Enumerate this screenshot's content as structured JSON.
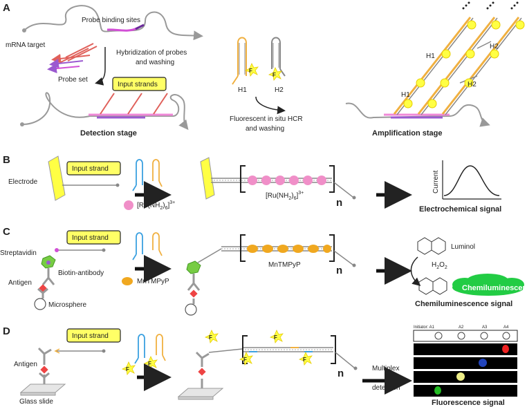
{
  "panels": {
    "a": "A",
    "b": "B",
    "c": "C",
    "d": "D"
  },
  "panel_a": {
    "probe_binding_sites": "Probe binding sites",
    "mrna_target": "mRNA target",
    "probe_set": "Probe set",
    "hybridization_line1": "Hybridization of probes",
    "hybridization_line2": "and washing",
    "input_strands": "Input strands",
    "h1": "H1",
    "h2": "H2",
    "hcr_line1": "Fluorescent in situ HCR",
    "hcr_line2": "and washing",
    "detection_stage": "Detection stage",
    "amplification_stage": "Amplification stage",
    "amp_h1_upper": "H1",
    "amp_h2_upper": "H2",
    "amp_h1_lower": "H1",
    "amp_h2_lower": "H2",
    "fluor": "F"
  },
  "panel_b": {
    "electrode": "Electrode",
    "input_strand": "Input strand",
    "ru_complex": "[Ru(NH",
    "ru_sub": "2",
    "ru_close": ")",
    "ru_sub6": "6",
    "ru_close2": "]",
    "ru_charge": "3+",
    "repeat_n": "n",
    "current": "Current",
    "signal": "Electrochemical signal"
  },
  "panel_c": {
    "input_strand": "Input strand",
    "streptavidin": "Streptavidin",
    "biotin_antibody": "Biotin-antibody",
    "antigen": "Antigen",
    "microsphere": "Microsphere",
    "mntmpyp": "MnTMPyP",
    "mntmpyp_right": "MnTMPyP",
    "repeat_n": "n",
    "luminol": "Luminol",
    "h2o2": "H",
    "h2o2_sub": "2",
    "h2o2_o": "O",
    "h2o2_sub2": "2",
    "chemiluminescence": "Chemiluminescence",
    "signal": "Chemiluminescence signal"
  },
  "panel_d": {
    "input_strand": "Input strand",
    "antigen": "Antigen",
    "glass_slide": "Glass slide",
    "repeat_n": "n",
    "multiplex_line1": "Multiplex",
    "multiplex_line2": "detection",
    "signal": "Fluorescence signal",
    "initiator_a1": "Initiator: A1",
    "a2": "A2",
    "a3": "A3",
    "a4": "A4",
    "fluor": "F"
  },
  "colors": {
    "strand_gray": "#9a9a9a",
    "probe_red": "#e0605a",
    "probe_purple": "#9b59d0",
    "probe_magenta": "#d24fd6",
    "orange": "#f0b040",
    "blue": "#3aa0e0",
    "yellow": "#ffff66",
    "pink_bead": "#f08fc8",
    "orange_bead": "#f0a820",
    "green_cloud": "#22cc44"
  }
}
